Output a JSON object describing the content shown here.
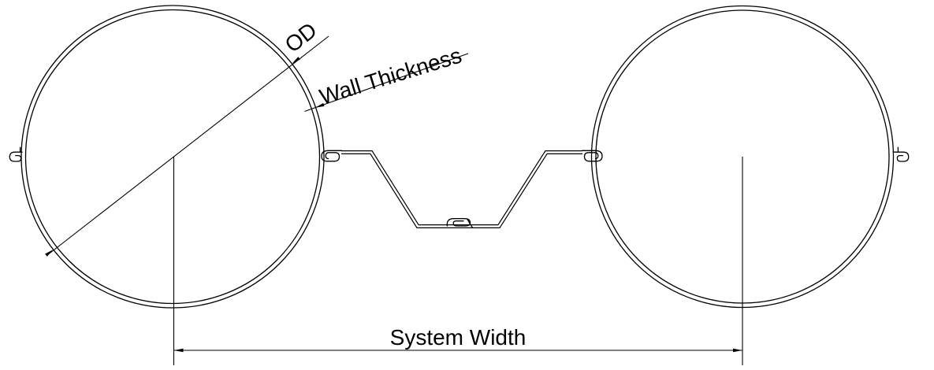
{
  "colors": {
    "background": "#ffffff",
    "line": "#000000",
    "text": "#000000"
  },
  "labels": {
    "od": "OD",
    "wall_thickness": "Wall Thickness",
    "system_width": "System Width"
  }
}
